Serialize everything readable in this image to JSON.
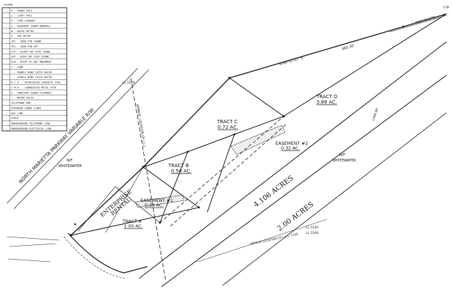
{
  "legend": {
    "title": "LEGEND",
    "items": [
      "P - POWER POLE",
      "L - LIGHT POLE",
      "H - FIRE HYDRANT",
      "E - EASEMENT SEWER MANHOLE",
      "W - WATER METER",
      "G - GAS METER",
      "IPF - IRON PIN FOUND",
      "IPS - IRON PIN SET",
      "CTP - CRIMP TOP PIPE FOUND",
      "OTP - OPEN TOP PIPE FOUND",
      "R/W - RIGHT-OF-WAY MONUMENT",
      "C - CURB",
      "--- DOUBLE WING CATCH BASIN",
      "--- SINGLE WING CATCH BASIN",
      "R.C.P. - REINFORCED CONCRETE PIPE",
      "C.M.P. - CORRUGATED METAL PIPE",
      "S - SANITARY SEWER CLEANOUT",
      "--- WATER VALVE",
      "TELEPHONE BOX",
      "OVERHEAD POWER LINES",
      "GAS LINE",
      "FENCE",
      "UNDERGROUND TELEPHONE LINE",
      "UNDERGROUND ELECTRICAL LINE"
    ]
  },
  "labels": {
    "street": "NORTH MARIETTA PARKWAY VARIABLE R/W",
    "owner_left": "N/F",
    "owner_left_name": "WHITEWATER",
    "owner_right": "N/F",
    "owner_right_name": "WHITEWATER",
    "enterprise1": "ENTERPRISE",
    "enterprise2": "RENTAL",
    "tract_a_name": "TRACT A",
    "tract_a_area": "1.00 AC.",
    "tract_b_name": "TRACT B",
    "tract_b_area": "0.50 AC.",
    "tract_c_name": "TRACT C",
    "tract_c_area": "0.72 AC.",
    "tract_d_name": "TRACT D",
    "tract_d_area": "3.88 AC.",
    "easement1_name": "EASEMENT #1",
    "easement1_area": "0.33 AC.",
    "easement2_name": "EASEMENT #2",
    "easement2_area": "0.32 AC.",
    "acres_main": "4.106 ACRES",
    "acres_strip": "2.00 ACRES",
    "approx_lll": "APPROX LOCATION OF L.L.L. 1140",
    "ll_left": "LL 1140",
    "ll_right": "LL 1140",
    "ll_right2": "LL 1169",
    "approx_lll_vertical": "APPROX. LOCATION OF L.L.L.",
    "bearing_top": "N 69°51'07\" E",
    "dist_top": "485.30'",
    "bearing_far": "N69°49'17\"E",
    "small_num_tr": "178",
    "dist_right_vert": "1390.00'"
  }
}
